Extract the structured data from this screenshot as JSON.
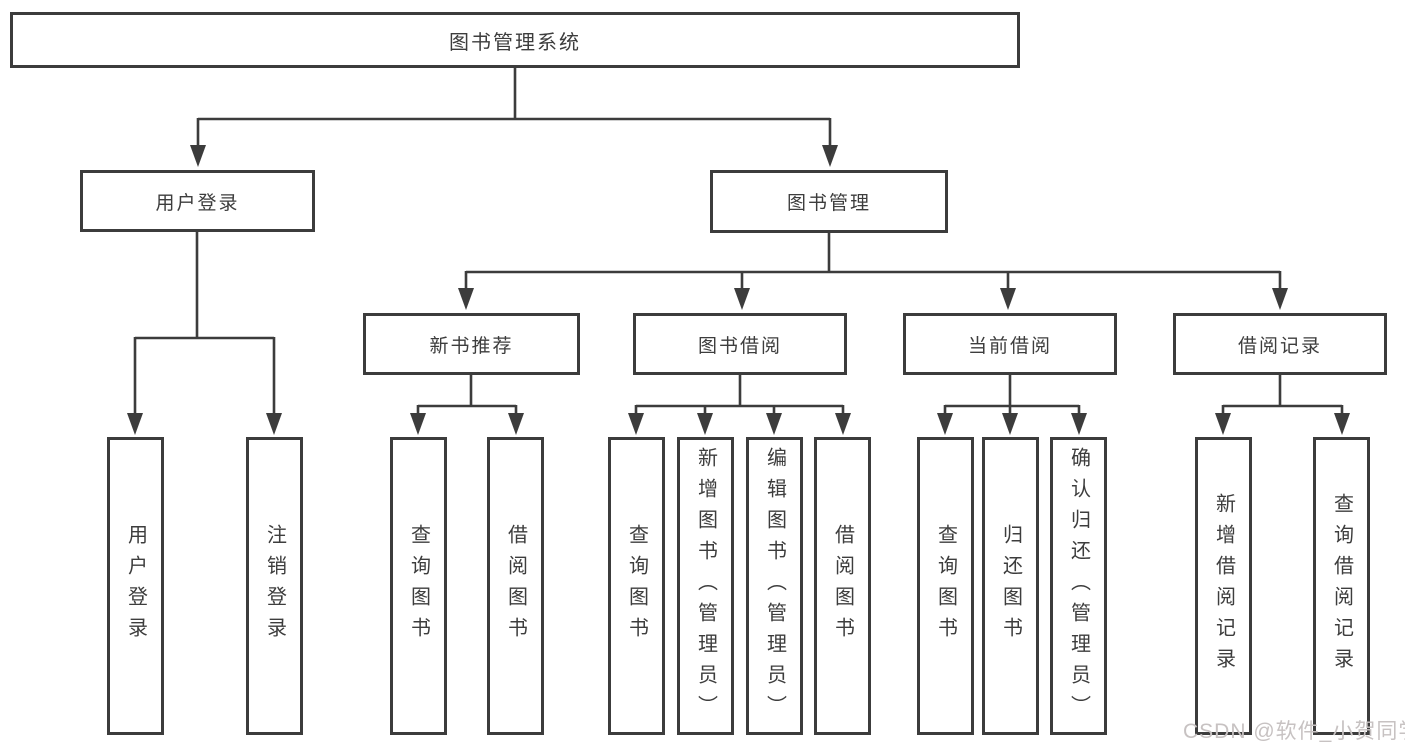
{
  "tree": {
    "label": "图书管理系统",
    "children": [
      {
        "label": "用户登录",
        "children": [
          {
            "label": "用户登录"
          },
          {
            "label": "注销登录"
          }
        ]
      },
      {
        "label": "图书管理",
        "children": [
          {
            "label": "新书推荐",
            "children": [
              {
                "label": "查询图书"
              },
              {
                "label": "借阅图书"
              }
            ]
          },
          {
            "label": "图书借阅",
            "children": [
              {
                "label": "查询图书"
              },
              {
                "label": "新增图书（管理员）"
              },
              {
                "label": "编辑图书（管理员）"
              },
              {
                "label": "借阅图书"
              }
            ]
          },
          {
            "label": "当前借阅",
            "children": [
              {
                "label": "查询图书"
              },
              {
                "label": "归还图书"
              },
              {
                "label": "确认归还（管理员）"
              }
            ]
          },
          {
            "label": "借阅记录",
            "children": [
              {
                "label": "新增借阅记录"
              },
              {
                "label": "查询借阅记录"
              }
            ]
          }
        ]
      }
    ]
  },
  "watermark": {
    "text": "CSDN @软件_小贺同学"
  },
  "colors": {
    "line": "#3c3c3c",
    "box_border": "#3c3c3c",
    "text": "#3d3d3d",
    "watermark": "#c7c2c2",
    "background": "#ffffff"
  }
}
